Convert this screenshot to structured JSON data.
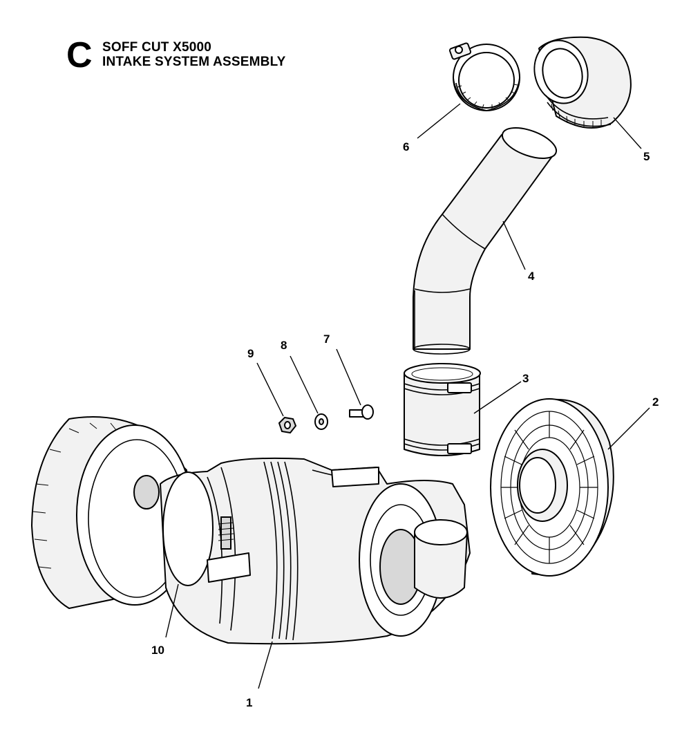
{
  "header": {
    "section_letter": "C",
    "line1": "SOFF CUT X5000",
    "line2": "INTAKE SYSTEM ASSEMBLY"
  },
  "callouts": {
    "c1": "1",
    "c2": "2",
    "c3": "3",
    "c4": "4",
    "c5": "5",
    "c6": "6",
    "c7": "7",
    "c8": "8",
    "c9": "9",
    "c10": "10"
  },
  "colors": {
    "line": "#000000",
    "background": "#ffffff"
  }
}
